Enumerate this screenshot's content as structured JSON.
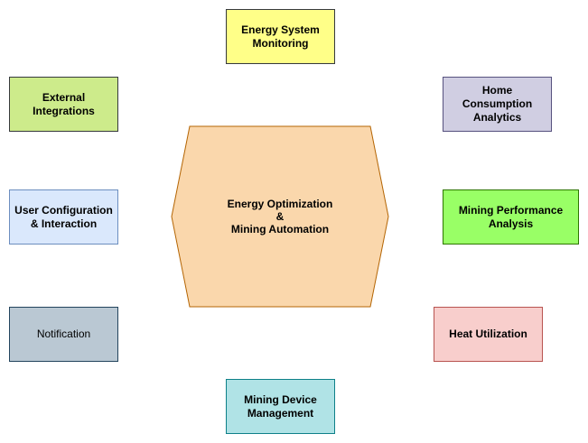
{
  "center": {
    "label": "Energy Optimization\n&\nMining Automation",
    "fill": "#fad7ac",
    "stroke": "#b46504"
  },
  "modules": {
    "energy_monitoring": {
      "label": "Energy System\nMonitoring",
      "fill": "#ffff88",
      "stroke": "#36393d"
    },
    "home_consumption": {
      "label": "Home Consumption\nAnalytics",
      "fill": "#d0cee2",
      "stroke": "#56517e"
    },
    "mining_performance": {
      "label": "Mining Performance\nAnalysis",
      "fill": "#99ff66",
      "stroke": "#2d7600"
    },
    "heat_utilization": {
      "label": "Heat Utilization",
      "fill": "#f8cecc",
      "stroke": "#b85450"
    },
    "mining_device": {
      "label": "Mining Device\nManagement",
      "fill": "#b0e3e6",
      "stroke": "#0e8088"
    },
    "notification": {
      "label": "Notification",
      "fill": "#bac8d3",
      "stroke": "#23445d"
    },
    "user_configuration": {
      "label": "User Configuration\n& Interaction",
      "fill": "#dae8fc",
      "stroke": "#6c8ebf"
    },
    "external_integrations": {
      "label": "External\nIntegrations",
      "fill": "#cdeb8b",
      "stroke": "#36393d"
    }
  }
}
